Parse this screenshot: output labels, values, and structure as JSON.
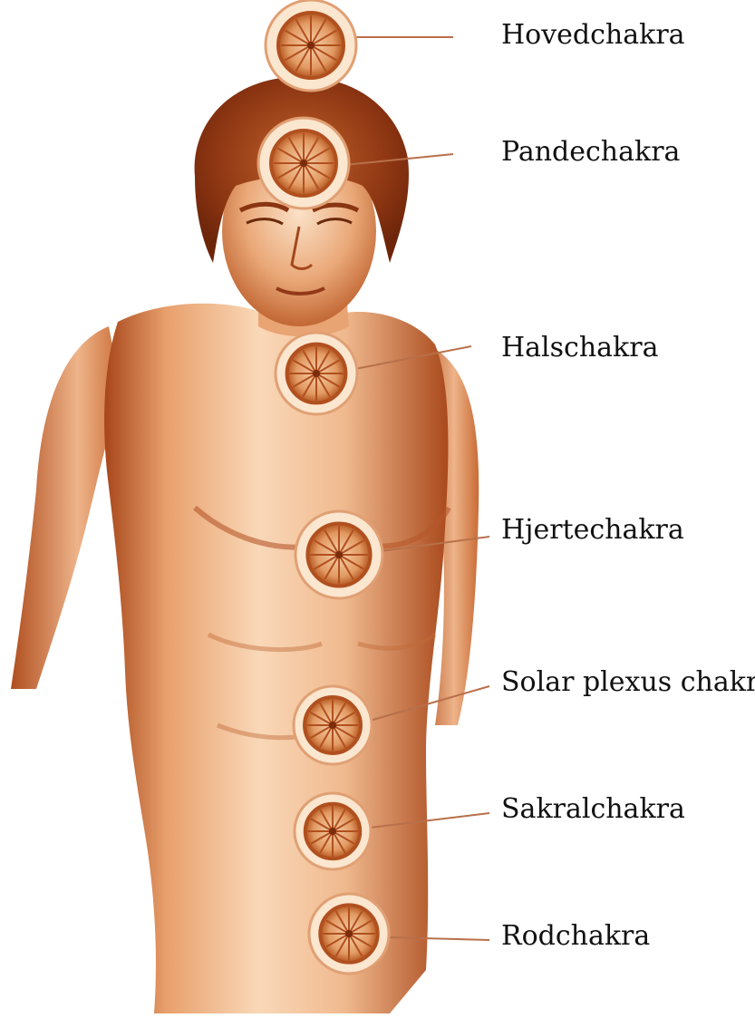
{
  "diagram": {
    "labels": [
      "Hovedchakra",
      "Pandechakra",
      "Halschakra",
      "Hjertechakra",
      "Solar plexus chakra",
      "Sakralchakra",
      "Rodchakra"
    ]
  },
  "colors": {
    "skin_light": "#f3c9a4",
    "skin_mid": "#d98a52",
    "skin_dark": "#9c3f14",
    "hair": "#8a3512",
    "chakra_ring": "#b1501f",
    "leader_line": "#b8704a",
    "label_text": "#111111",
    "background": "#ffffff"
  }
}
